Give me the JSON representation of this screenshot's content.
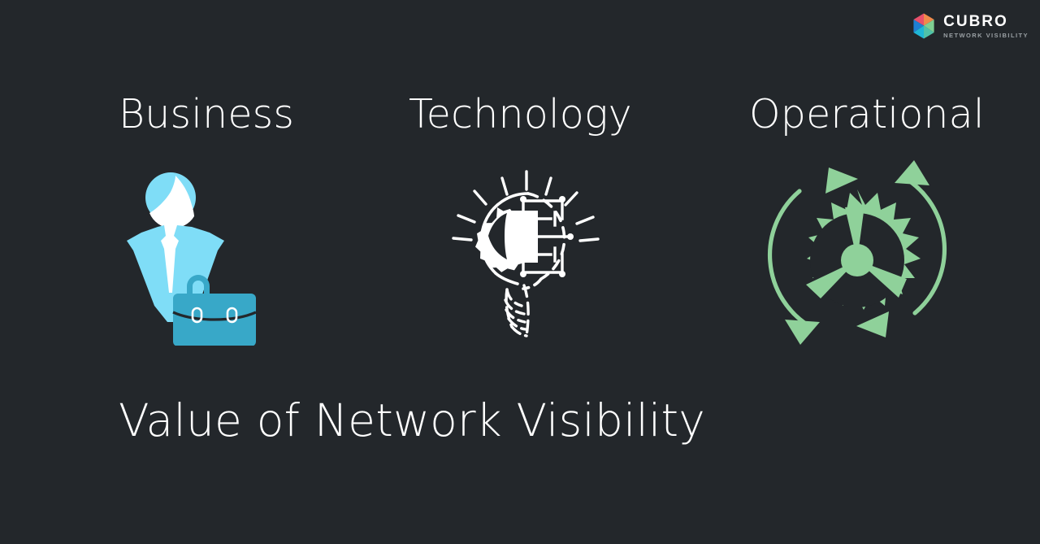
{
  "slide": {
    "background_color": "#23272b",
    "title": "Value of Network Visibility"
  },
  "brand": {
    "name": "CUBRO",
    "tagline": "NETWORK VISIBILITY",
    "logo_icon": "cubro-cube-logo-icon",
    "name_color": "#ffffff",
    "tagline_color": "#9aa0a4",
    "cube_colors": {
      "top_left": "#e8506b",
      "top_right": "#f08a4b",
      "left": "#1e7fd4",
      "bottom_left": "#1fb6d6",
      "bottom_right": "#4fc2a8",
      "right": "#7fcf92"
    }
  },
  "columns": [
    {
      "id": "business",
      "heading": "Business",
      "icon": "businessman-with-briefcase-icon",
      "icon_colors": {
        "suit": "#7fddf7",
        "briefcase": "#38a8c8",
        "face": "#ffffff"
      }
    },
    {
      "id": "technology",
      "heading": "Technology",
      "icon": "lightbulb-with-gear-circuit-icon",
      "icon_colors": {
        "stroke": "#ffffff"
      }
    },
    {
      "id": "operational",
      "heading": "Operational",
      "icon": "gear-refresh-cycle-icon",
      "icon_colors": {
        "fill": "#8fd19a"
      }
    }
  ]
}
